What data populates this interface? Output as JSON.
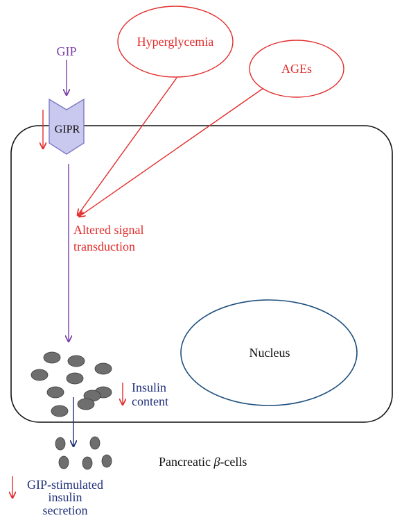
{
  "colors": {
    "red": "#e32b2b",
    "purple": "#7b3fa7",
    "navy": "#1f2f7a",
    "black": "#111111",
    "receptor_fill": "#c9c8ef",
    "receptor_stroke": "#7d7ac4",
    "granule_fill": "#6e6e6e",
    "nucleus_stroke": "#1d4f7d"
  },
  "labels": {
    "gip": "GIP",
    "gipr": "GIPR",
    "hyperglycemia": "Hyperglycemia",
    "ages": "AGEs",
    "altered_signal_line1": "Altered signal",
    "altered_signal_line2": "transduction",
    "nucleus": "Nucleus",
    "insulin_line1": "Insulin",
    "insulin_line2": "content",
    "pancreatic_prefix": "Pancreatic ",
    "pancreatic_beta": "β",
    "pancreatic_suffix": "-cells",
    "gip_stim_line1": "GIP-stimulated",
    "gip_stim_line2": "insulin",
    "gip_stim_line3": "secretion"
  }
}
